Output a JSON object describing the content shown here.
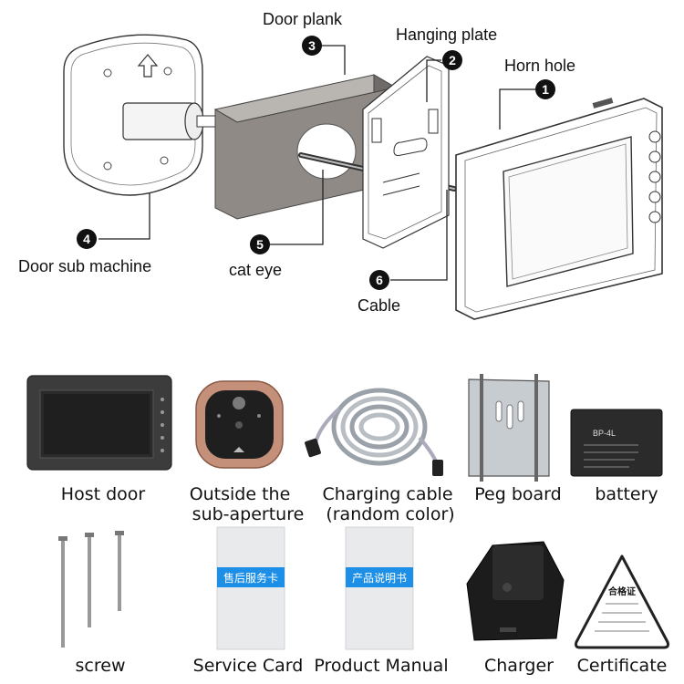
{
  "assembly": {
    "labels": [
      {
        "number": "1",
        "name": "Horn hole"
      },
      {
        "number": "2",
        "name": "Hanging plate"
      },
      {
        "number": "3",
        "name": "Door plank"
      },
      {
        "number": "4",
        "name": "Door sub machine"
      },
      {
        "number": "5",
        "name": "cat eye"
      },
      {
        "number": "6",
        "name": "Cable"
      }
    ]
  },
  "package_row1": [
    {
      "line1": "Host door",
      "line2": ""
    },
    {
      "line1": "Outside the",
      "line2": "sub-aperture"
    },
    {
      "line1": "Charging cable",
      "line2": "(random color)"
    },
    {
      "line1": "Peg board",
      "line2": ""
    },
    {
      "line1": "battery",
      "line2": ""
    }
  ],
  "package_row2": [
    {
      "line1": "screw"
    },
    {
      "line1": "Service Card"
    },
    {
      "line1": "Product Manual"
    },
    {
      "line1": "Charger"
    },
    {
      "line1": "Certificate"
    }
  ],
  "card_texts": {
    "service_card": "售后服务卡",
    "product_manual": "产品说明书",
    "certificate_title": "合格证",
    "battery_model": "BP-4L"
  },
  "colors": {
    "line": "#222222",
    "plank_fill": "#8f8a86",
    "card_stripe": "#1e8fe6",
    "copper": "#c49079",
    "screen_dark": "#1f1f1f"
  }
}
